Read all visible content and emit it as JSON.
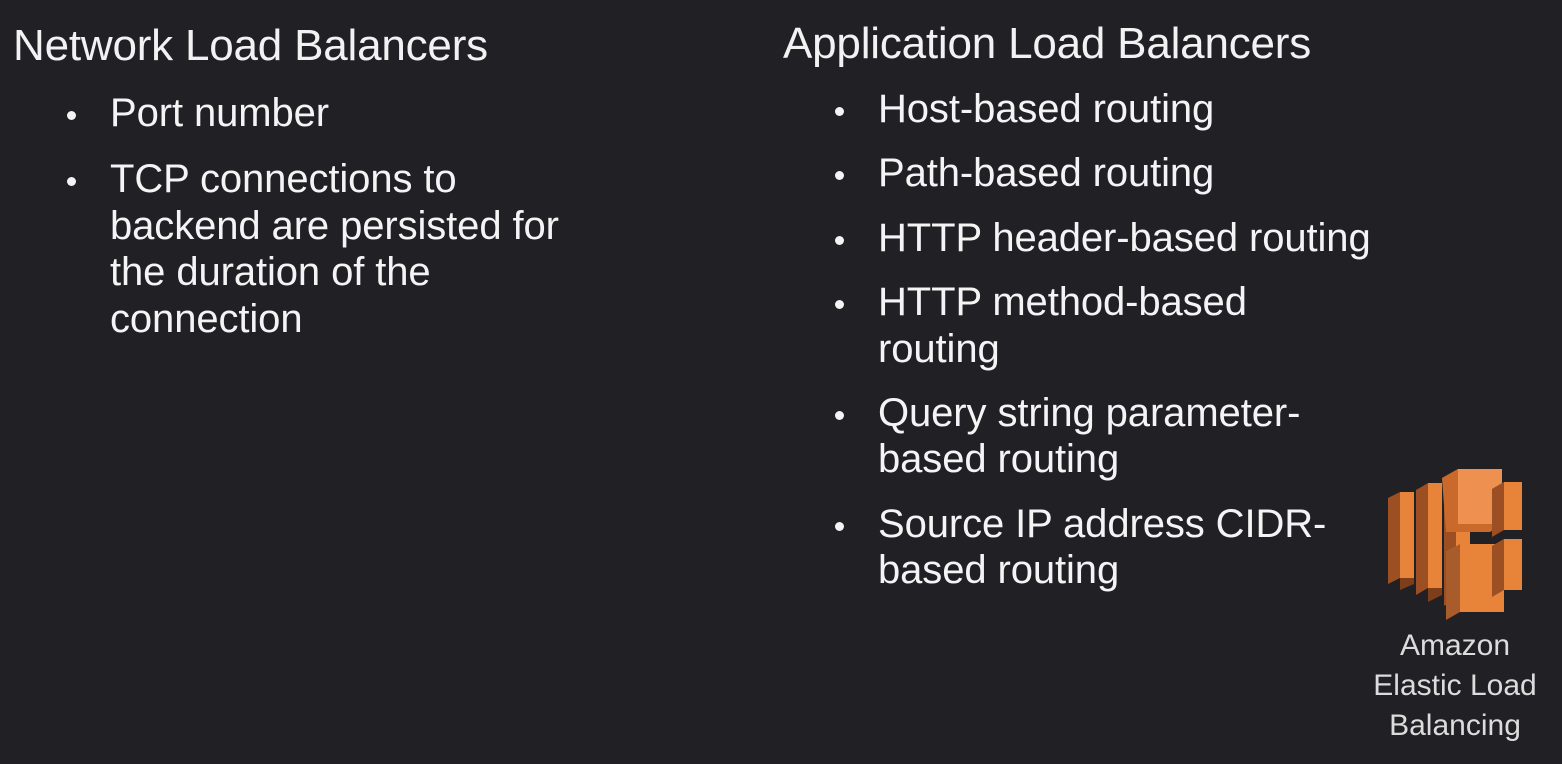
{
  "slide": {
    "background_color": "#212025",
    "text_color": "#f4f4f4",
    "accent_color": "#E8833A"
  },
  "columns": [
    {
      "heading": "Network Load Balancers",
      "bullets": [
        "Port number",
        "TCP connections to backend are persisted for the duration of the connection"
      ]
    },
    {
      "heading": "Application Load Balancers",
      "bullets": [
        "Host-based routing",
        "Path-based routing",
        "HTTP header-based routing",
        "HTTP method-based routing",
        "Query string parameter-based routing",
        "Source IP address CIDR-based routing"
      ]
    }
  ],
  "logo": {
    "name": "amazon-elastic-load-balancing",
    "caption_lines": [
      "Amazon",
      "Elastic Load",
      "Balancing"
    ],
    "colors": {
      "face": "#E8833A",
      "face_light": "#EE9150",
      "side_dark": "#9C4F22",
      "top_dark": "#A85C2B"
    }
  }
}
